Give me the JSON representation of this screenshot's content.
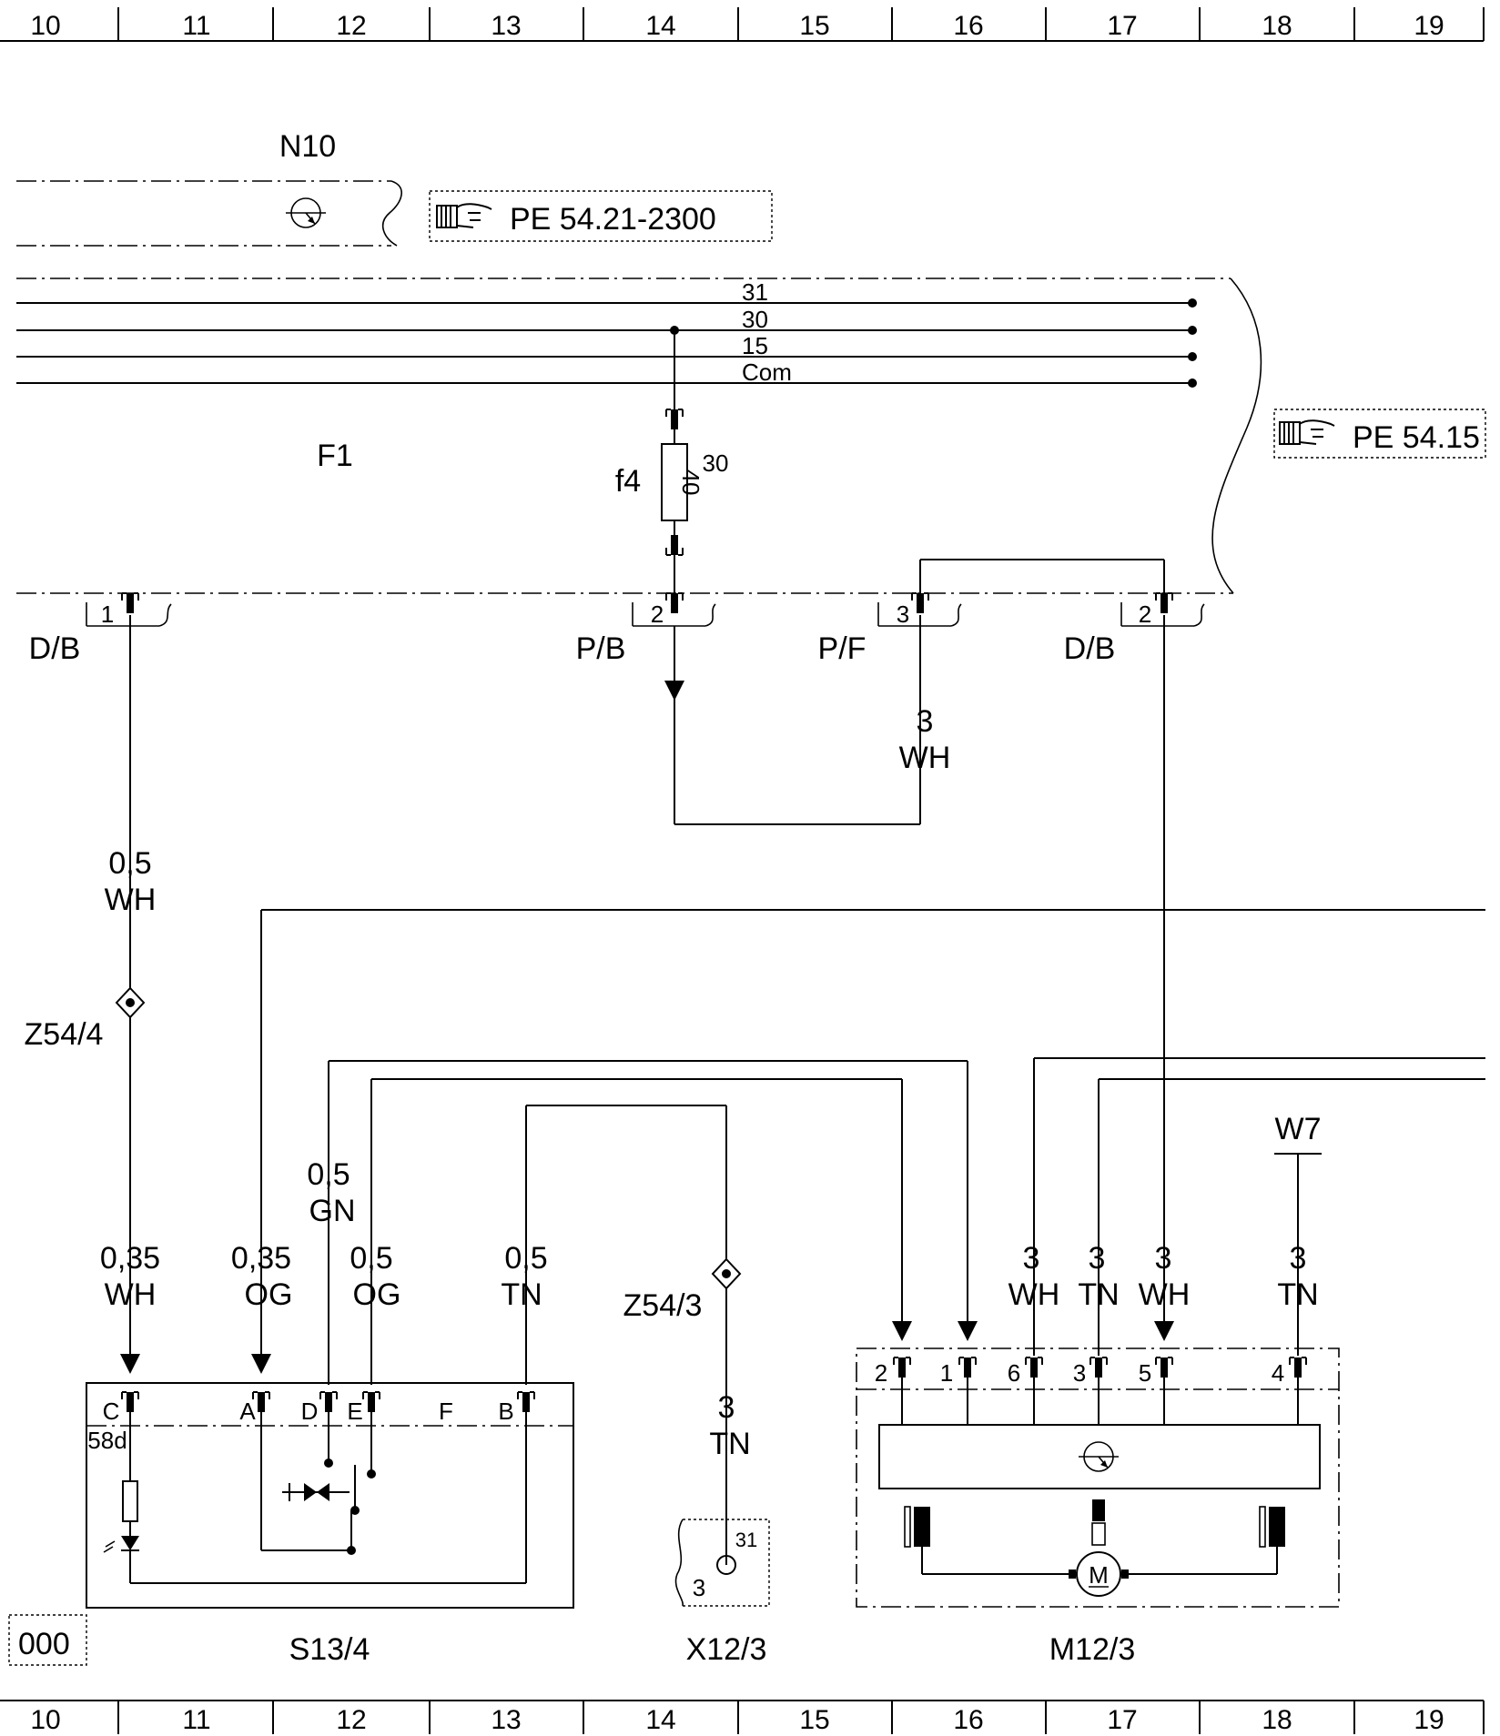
{
  "grid": {
    "columns": [
      "10",
      "11",
      "12",
      "13",
      "14",
      "15",
      "16",
      "17",
      "18",
      "19"
    ]
  },
  "references": {
    "n10_ref": "PE  54.21-2300",
    "right_ref": "PE  54.15",
    "left_ref": "000"
  },
  "buses": {
    "b31": "31",
    "b30": "30",
    "b15": "15",
    "bcom": "Com"
  },
  "components": {
    "n10": "N10",
    "f1": "F1",
    "f4": "f4",
    "fuse_rating": "40",
    "fuse_terminal": "30",
    "s13_4": "S13/4",
    "x12_3": "X12/3",
    "m12_3": "M12/3",
    "w7": "W7",
    "z54_4": "Z54/4",
    "z54_3": "Z54/3",
    "term_58d": "58d"
  },
  "connectors": {
    "db_left": "D/B",
    "db_left_pin": "1",
    "pb": "P/B",
    "pb_pin": "2",
    "pf": "P/F",
    "pf_pin": "3",
    "db_right": "D/B",
    "db_right_pin": "2"
  },
  "wires": {
    "pf_size": "3",
    "pf_color": "WH",
    "w05a_size": "0,5",
    "w05a_color": "WH",
    "w035a_size": "0,35",
    "w035a_color": "WH",
    "w035b_size": "0,35",
    "w035b_color": "OG",
    "w05gn_size": "0,5",
    "w05gn_color": "GN",
    "w05og_size": "0,5",
    "w05og_color": "OG",
    "w05tn_size": "0,5",
    "w05tn_color": "TN",
    "x12_size": "3",
    "x12_color": "TN",
    "m6_size": "3",
    "m6_color": "WH",
    "m3_size": "3",
    "m3_color": "TN",
    "m5_size": "3",
    "m5_color": "WH",
    "m4_size": "3",
    "m4_color": "TN"
  },
  "s13_pins": {
    "c": "C",
    "a": "A",
    "d": "D",
    "e": "E",
    "f": "F",
    "b": "B"
  },
  "x12_pins": {
    "p31": "31",
    "p3": "3"
  },
  "m12_pins": {
    "p2": "2",
    "p1": "1",
    "p6": "6",
    "p3": "3",
    "p5": "5",
    "p4": "4"
  },
  "motor_symbol": "M"
}
